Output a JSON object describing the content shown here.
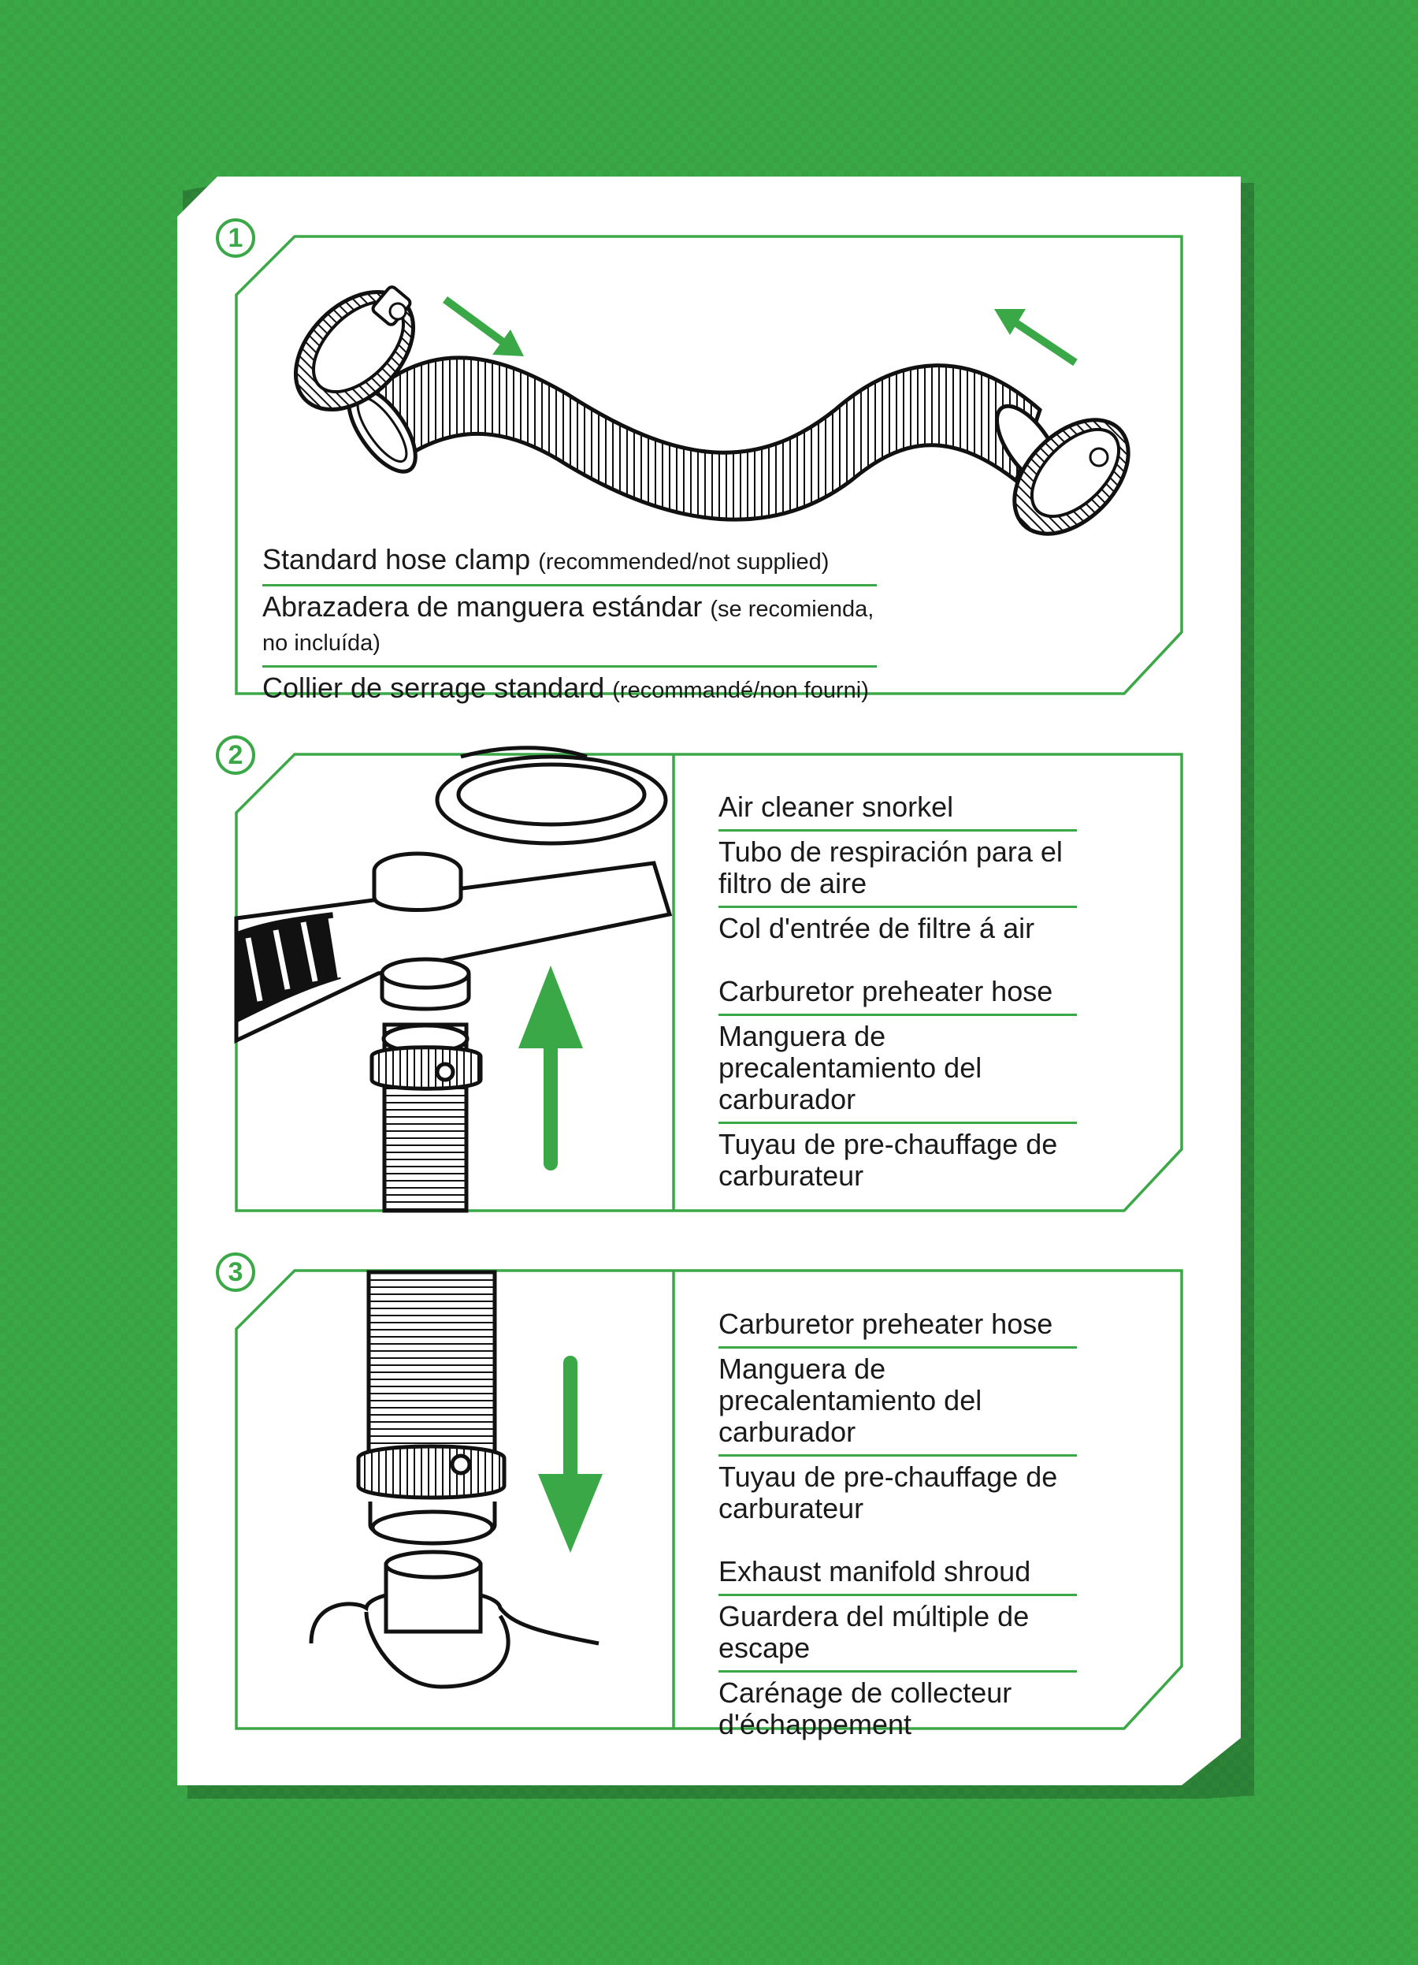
{
  "colors": {
    "background": "#3aa846",
    "card": "#ffffff",
    "accent": "#3aa846",
    "ink": "#1a1a1a"
  },
  "steps": [
    {
      "number": "1",
      "illustration": "hose-with-two-clamps",
      "labels": [
        {
          "main": "Standard hose clamp",
          "note": "(recommended/not supplied)"
        },
        {
          "main": "Abrazadera de manguera estándar",
          "note": "(se recomienda, no incluída)"
        },
        {
          "main": "Collier de serrage standard",
          "note": "(recommandé/non fourni)"
        }
      ]
    },
    {
      "number": "2",
      "illustration": "hose-attach-to-air-cleaner-snorkel",
      "labels": [
        {
          "main": "Air cleaner snorkel"
        },
        {
          "main": "Tubo de respiración para el filtro de aire"
        },
        {
          "main": "Col d'entrée de filtre á air"
        },
        {
          "main": "Carburetor preheater hose"
        },
        {
          "main": "Manguera de precalentamiento del carburador"
        },
        {
          "main": "Tuyau de pre-chauffage de carburateur"
        }
      ]
    },
    {
      "number": "3",
      "illustration": "hose-attach-to-exhaust-manifold-shroud",
      "labels": [
        {
          "main": "Carburetor preheater hose"
        },
        {
          "main": "Manguera de precalentamiento del carburador"
        },
        {
          "main": "Tuyau de pre-chauffage de carburateur"
        },
        {
          "main": "Exhaust manifold shroud"
        },
        {
          "main": "Guardera del múltiple de escape"
        },
        {
          "main": "Carénage de collecteur d'échappement"
        }
      ]
    }
  ]
}
